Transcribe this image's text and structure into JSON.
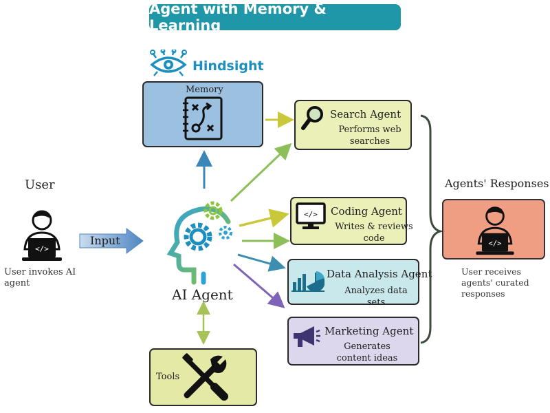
{
  "title": "Agent with Memory & Learning",
  "brand": "Hindsight",
  "memory_label": "Memory",
  "user": {
    "heading": "User",
    "caption_line1": "User invokes AI",
    "caption_line2": "agent"
  },
  "input_label": "Input",
  "ai_agent_label": "AI Agent",
  "tools_label": "Tools",
  "agents": {
    "search": {
      "title": "Search Agent",
      "desc_line1": "Performs web",
      "desc_line2": "searches"
    },
    "coding": {
      "title": "Coding Agent",
      "desc_line1": "Writes & reviews",
      "desc_line2": "code"
    },
    "data": {
      "title": "Data Analysis Agent",
      "desc_line1": "Analyzes data sets"
    },
    "marketing": {
      "title": "Marketing Agent",
      "desc_line1": "Generates",
      "desc_line2": "content ideas"
    }
  },
  "responses": {
    "heading": "Agents' Responses",
    "caption_line1": "User receives",
    "caption_line2": "agents' curated",
    "caption_line3": "responses"
  },
  "colors": {
    "title_bg": "#1f97a8",
    "brand": "#1d8fbf",
    "memory_box": "#9cc0e0",
    "tools_box": "#e4eaa6",
    "agent_box": "#eaf0b8",
    "data_box": "#c9e8ec",
    "marketing_box": "#ddd7ee",
    "response_box": "#ef9e84",
    "input_arrow": "#6f9fd0"
  }
}
